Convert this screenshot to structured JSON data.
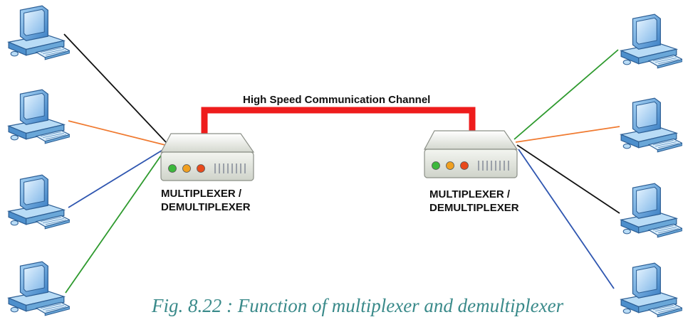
{
  "channel": {
    "label": "High Speed Communication Channel",
    "color": "#ee1c1c"
  },
  "left_mux": {
    "line1": "MULTIPLEXER /",
    "line2": "DEMULTIPLEXER"
  },
  "right_mux": {
    "line1": "MULTIPLEXER /",
    "line2": "DEMULTIPLEXER"
  },
  "caption": "Fig. 8.22 : Function of multiplexer and demultiplexer",
  "left_links": [
    {
      "color": "#111111"
    },
    {
      "color": "#f07a30"
    },
    {
      "color": "#2f56b0"
    },
    {
      "color": "#2e9a2e"
    }
  ],
  "right_links": [
    {
      "color": "#2e9a2e"
    },
    {
      "color": "#f07a30"
    },
    {
      "color": "#111111"
    },
    {
      "color": "#2f56b0"
    }
  ],
  "led_colors": [
    "#3cb83c",
    "#f0a020",
    "#e84a1c"
  ],
  "colors": {
    "computer_blue": "#6aa7d8",
    "device_body": "#e9ece6",
    "caption": "#3a8a8a"
  }
}
